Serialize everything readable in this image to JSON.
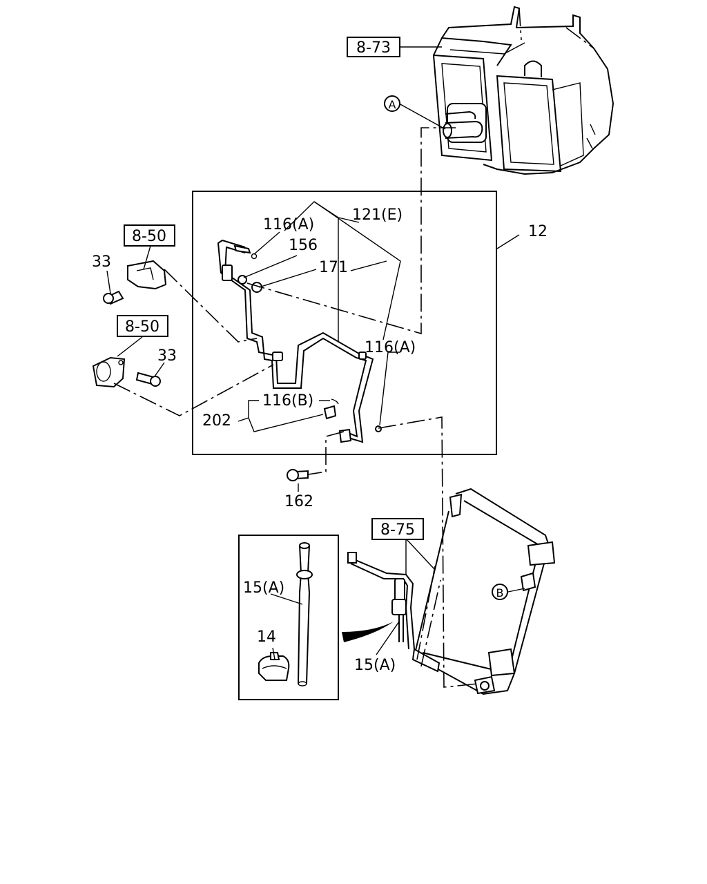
{
  "refs": {
    "ref_8_73": "8-73",
    "ref_8_50_top": "8-50",
    "ref_8_50_bottom": "8-50",
    "ref_8_75": "8-75"
  },
  "markers": {
    "a": "A",
    "b": "B"
  },
  "callouts": {
    "c116a_top": "116(A)",
    "c121e": "121(E)",
    "c156": "156",
    "c171": "171",
    "c12": "12",
    "c33_top": "33",
    "c33_bottom": "33",
    "c116a_mid": "116(A)",
    "c116b": "116(B)",
    "c202": "202",
    "c162": "162",
    "c15a_inset": "15(A)",
    "c14": "14",
    "c15a_main": "15(A)"
  }
}
